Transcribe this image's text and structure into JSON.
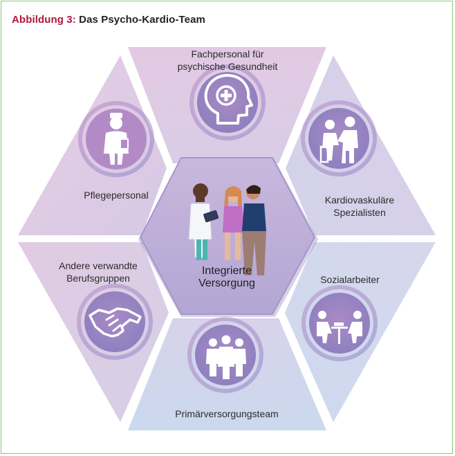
{
  "figure": {
    "title_prefix": "Abbildung 3:",
    "title_text": "Das Psycho-Kardio-Team"
  },
  "segments": {
    "top": {
      "label_line1": "Fachpersonal für",
      "label_line2": "psychische Gesundheit",
      "icon": "head-medical-cross-icon"
    },
    "upper_left": {
      "label": "Pflegepersonal",
      "icon": "nurse-icon"
    },
    "upper_right": {
      "label_line1": "Kardiovaskuläre",
      "label_line2": "Spezialisten",
      "icon": "doctor-examining-patient-icon"
    },
    "lower_left": {
      "label_line1": "Andere verwandte",
      "label_line2": "Berufsgruppen",
      "icon": "handshake-icon"
    },
    "lower_right": {
      "label": "Sozialarbeiter",
      "icon": "counseling-session-icon"
    },
    "bottom": {
      "label": "Primärversorgungsteam",
      "icon": "care-team-icon"
    }
  },
  "center": {
    "label_line1": "Integrierte",
    "label_line2": "Versorgung",
    "icon": "doctor-and-patients-illustration"
  },
  "colors": {
    "frame_border": "#8cc47c",
    "title_accent": "#b2163b",
    "segment_purple": "#dcc9e4",
    "segment_blue": "#cfd8ec",
    "hub": "#b9a8d6",
    "circle_ring": "#a77fbf"
  }
}
